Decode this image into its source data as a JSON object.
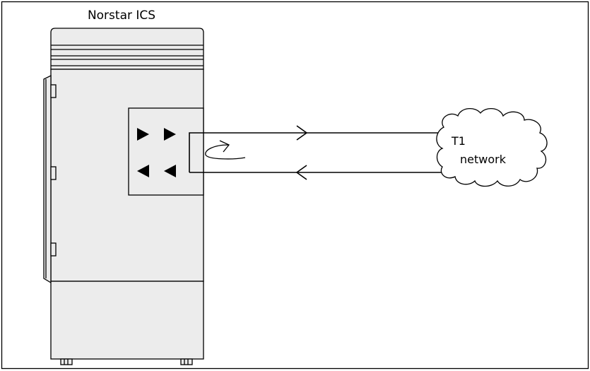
{
  "diagram": {
    "device_label": "Norstar ICS",
    "network_label_line1": "T1",
    "network_label_line2": "network"
  }
}
